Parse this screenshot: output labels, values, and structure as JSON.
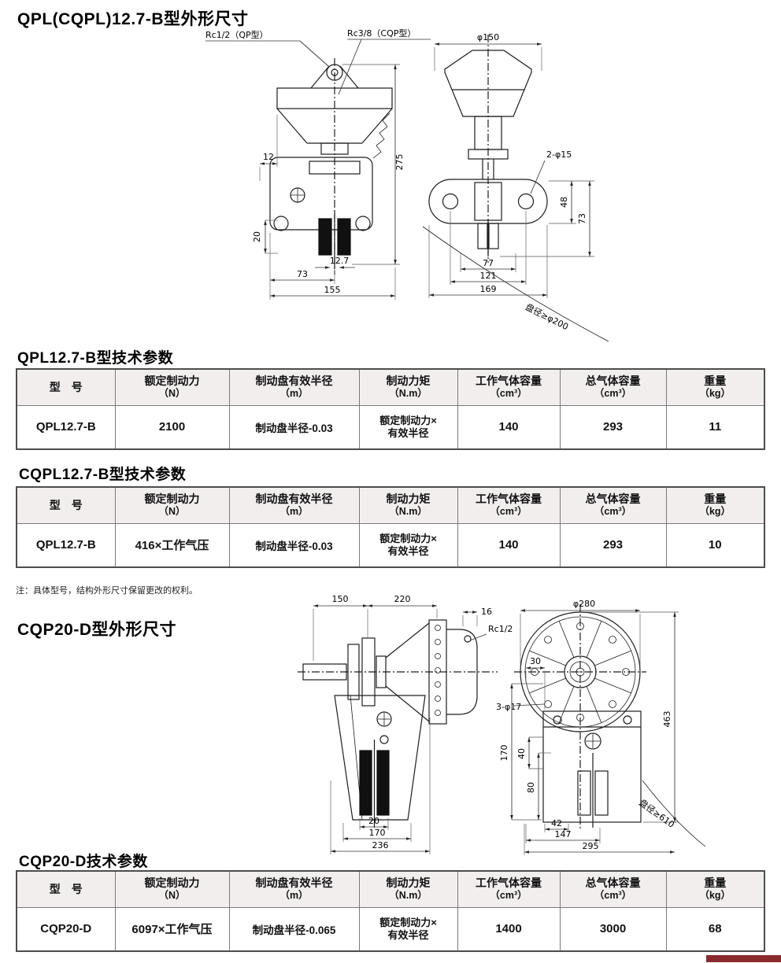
{
  "titles": {
    "outline1": "QPL(CQPL)12.7-B型外形尺寸",
    "params1": "QPL12.7-B型技术参数",
    "params2": "CQPL12.7-B型技术参数",
    "outline2": "CQP20-D型外形尺寸",
    "params3": "CQP20-D技术参数"
  },
  "note": "注：具体型号，结构外形尺寸保留更改的权利。",
  "tables": {
    "headers": [
      {
        "l1": "型　号",
        "l2": ""
      },
      {
        "l1": "额定制动力",
        "l2": "（N）"
      },
      {
        "l1": "制动盘有效半径",
        "l2": "（m）"
      },
      {
        "l1": "制动力矩",
        "l2": "（N.m）"
      },
      {
        "l1": "工作气体容量",
        "l2": "（cm³）"
      },
      {
        "l1": "总气体容量",
        "l2": "（cm³）"
      },
      {
        "l1": "重量",
        "l2": "（kg）"
      }
    ],
    "qpl127b_row": [
      "QPL12.7-B",
      "2100",
      "制动盘半径-0.03",
      "额定制动力×",
      "有效半径",
      "140",
      "293",
      "11"
    ],
    "cqpl127b_row": [
      "QPL12.7-B",
      "416×工作气压",
      "制动盘半径-0.03",
      "额定制动力×",
      "有效半径",
      "140",
      "293",
      "10"
    ],
    "cqp20d_row": [
      "CQP20-D",
      "6097×工作气压",
      "制动盘半径-0.065",
      "额定制动力×",
      "有效半径",
      "1400",
      "3000",
      "68"
    ]
  },
  "drawing1": {
    "rc_qp": "Rc1/2（QP型）",
    "rc_cqp": "Rc3/8（CQP型）",
    "phi150": "φ150",
    "d275": "275",
    "d12": "12",
    "d20": "20",
    "d12_7": "12.7",
    "d73_left": "73",
    "d155": "155",
    "d2phi15": "2-φ15",
    "d48": "48",
    "d73_right": "73",
    "d77": "77",
    "d121": "121",
    "d169": "169",
    "disc_note": "盘径≥φ200"
  },
  "drawing2": {
    "d150": "150",
    "d220": "220",
    "d16": "16",
    "rc12": "Rc1/2",
    "phi280": "φ280",
    "d463": "463",
    "d30": "30",
    "d3phi17": "3-φ17",
    "d170_v": "170",
    "d40": "40",
    "d80": "80",
    "d20": "20",
    "d170_h": "170",
    "d236": "236",
    "d42": "42",
    "d147": "147",
    "d295": "295",
    "disc_note": "盘径≥610"
  },
  "colors": {
    "table_header_bg": "#f2eeee",
    "footer_bar": "#8a2a2e"
  }
}
